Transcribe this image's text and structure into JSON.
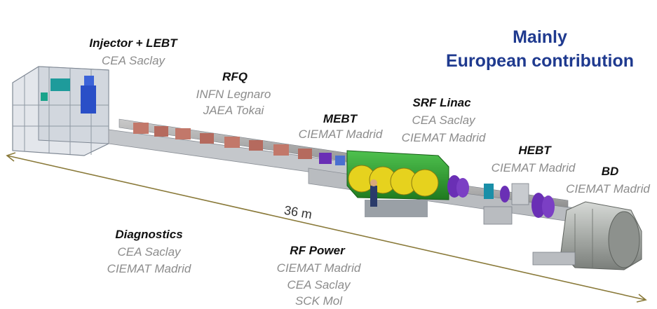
{
  "headline": {
    "line1": "Mainly",
    "line2": "European contribution"
  },
  "length_label": "36 m",
  "sections": [
    {
      "title": "Injector + LEBT",
      "institutions": [
        "CEA Saclay"
      ]
    },
    {
      "title": "RFQ",
      "institutions": [
        "INFN Legnaro",
        "JAEA Tokai"
      ]
    },
    {
      "title": "MEBT",
      "institutions": [
        "CIEMAT Madrid"
      ]
    },
    {
      "title": "SRF Linac",
      "institutions": [
        "CEA Saclay",
        "CIEMAT Madrid"
      ]
    },
    {
      "title": "HEBT",
      "institutions": [
        "CIEMAT Madrid"
      ]
    },
    {
      "title": "BD",
      "institutions": [
        "CIEMAT Madrid"
      ]
    },
    {
      "title": "Diagnostics",
      "institutions": [
        "CEA Saclay",
        "CIEMAT Madrid"
      ]
    },
    {
      "title": "RF Power",
      "institutions": [
        "CIEMAT Madrid",
        "CEA Saclay",
        "SCK Mol"
      ]
    }
  ],
  "colors": {
    "headline": "#1f3a8f",
    "cryomodule": "#2e9e2e",
    "cavity": "#e6d21e",
    "magnet": "#6a2fb5",
    "beam_dump": "#a8aca8",
    "arrow": "#8a7a3a"
  }
}
